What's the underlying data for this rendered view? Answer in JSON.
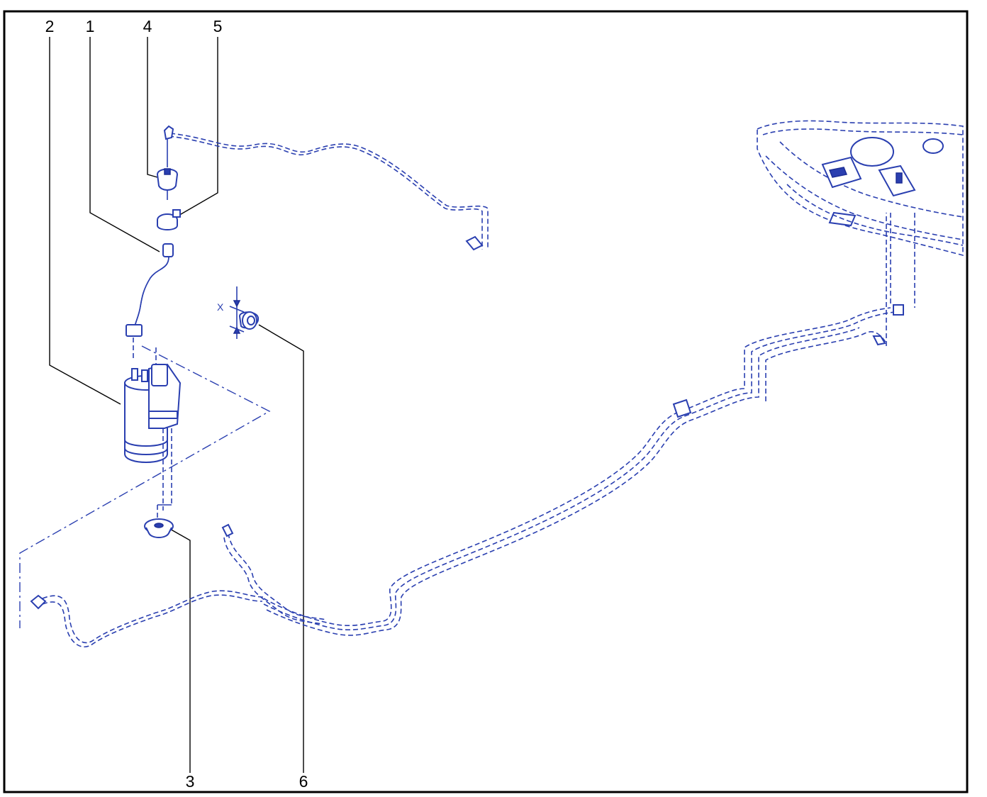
{
  "callouts": [
    {
      "id": "2",
      "label": "2"
    },
    {
      "id": "1",
      "label": "1"
    },
    {
      "id": "4",
      "label": "4"
    },
    {
      "id": "5",
      "label": "5"
    },
    {
      "id": "3",
      "label": "3"
    },
    {
      "id": "6",
      "label": "6"
    }
  ],
  "dimension_label": "X",
  "colors": {
    "line_art": "#2a3fb0",
    "callout_text": "#000000",
    "frame": "#000000"
  }
}
